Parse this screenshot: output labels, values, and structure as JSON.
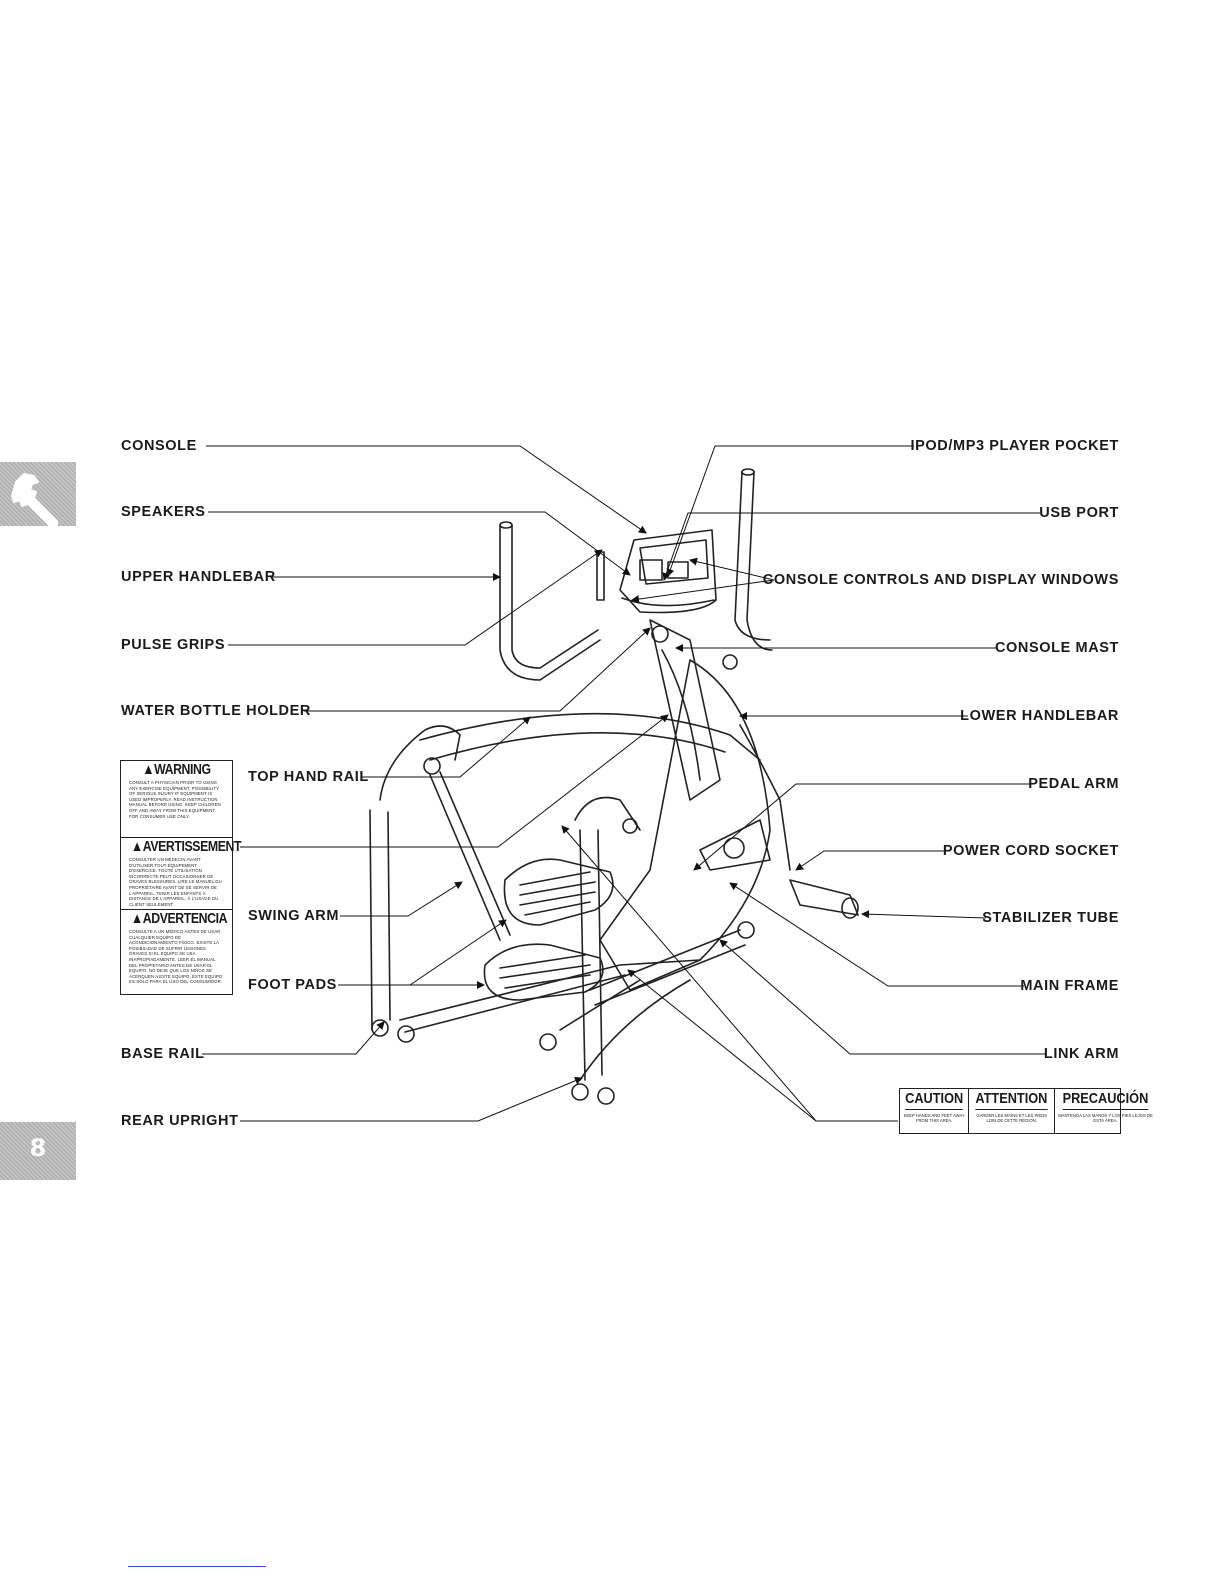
{
  "page": {
    "number": "8",
    "tab_icon": "wrench-icon"
  },
  "labels": {
    "console": "CONSOLE",
    "speakers": "SPEAKERS",
    "upper_handlebar": "UPPER HANDLEBAR",
    "pulse_grips": "PULSE GRIPS",
    "water_bottle_holder": "WATER BOTTLE HOLDER",
    "top_hand_rail": "TOP HAND RAIL",
    "swing_arm": "SWING ARM",
    "foot_pads": "FOOT PADS",
    "base_rail": "BASE RAIL",
    "rear_upright": "REAR UPRIGHT",
    "ipod_pocket": "IPOD/MP3 PLAYER POCKET",
    "usb_port": "USB PORT",
    "console_controls": "CONSOLE CONTROLS AND DISPLAY WINDOWS",
    "console_mast": "CONSOLE MAST",
    "lower_handlebar": "LOWER HANDLEBAR",
    "pedal_arm": "PEDAL ARM",
    "power_cord_socket": "POWER CORD SOCKET",
    "stabilizer_tube": "STABILIZER TUBE",
    "main_frame": "MAIN FRAME",
    "link_arm": "LINK ARM"
  },
  "warning_sticker": {
    "warning_title": "WARNING",
    "warning_text": "CONSULT A PHYSICIAN PRIOR TO USING ANY EXERCISE EQUIPMENT. POSSIBILITY OF SERIOUS INJURY IF EQUIPMENT IS USED IMPROPERLY. READ INSTRUCTION MANUAL BEFORE USING. KEEP CHILDREN OFF AND AWAY FROM THIS EQUIPMENT. FOR CONSUMER USE ONLY.",
    "avertissement_title": "AVERTISSEMENT",
    "avertissement_text": "CONSULTER UN MÉDECIN AVANT D'UTILISER TOUT ÉQUIPEMENT D'EXERCICE. TOUTE UTILISATION INCORRECTE PEUT OCCASIONNER DE GRAVES BLESSURES. LIRE LE MANUEL DU PROPRIÉTAIRE AVANT DE SE SERVIR DE L'APPAREIL. TENIR LES ENFANTS À DISTANCE DE L'APPAREIL. À L'USAGE DU CLIENT SEULEMENT.",
    "advertencia_title": "ADVERTENCIA",
    "advertencia_text": "CONSULTE A UN MÉDICO ANTES DE USAR CUALQUIER EQUIPO DE ACONDICIONAMIENTO FÍSICO. EXISTE LA POSIBILIDAD DE SUFRIR LESIONES GRAVES SI EL EQUIPO SE USA INAPROPIADAMENTE. LEER EL MANUAL DEL PROPIETARIO ANTES DE USAR EL EQUIPO. NO DEJE QUE LOS NIÑOS SE ACERQUEN A ESTE EQUIPO. ESTE EQUIPO ES SÓLO PARA EL USO DEL CONSUMIDOR."
  },
  "caution_sticker": {
    "caution_title": "CAUTION",
    "caution_text": "KEEP HANDS AND FEET AWAY FROM THIS AREA.",
    "attention_title": "ATTENTION",
    "attention_text": "GARDER LES MAINS ET LES PIEDS LOIN DE CETTE RÉGION.",
    "precaucion_title": "PRECAUCIÓN",
    "precaucion_text": "MANTENGA LAS MANOS Y LOS PIES LEJOS DE ESTA ÁREA."
  }
}
